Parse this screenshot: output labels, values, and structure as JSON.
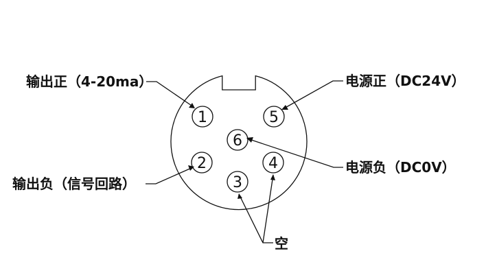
{
  "colors": {
    "ink": "#111111",
    "background": "#ffffff"
  },
  "connector": {
    "pins": [
      {
        "id": "pin-1",
        "number": "1"
      },
      {
        "id": "pin-2",
        "number": "2"
      },
      {
        "id": "pin-3",
        "number": "3"
      },
      {
        "id": "pin-4",
        "number": "4"
      },
      {
        "id": "pin-5",
        "number": "5"
      },
      {
        "id": "pin-6",
        "number": "6"
      }
    ]
  },
  "labels": {
    "output_positive": "输出正（4-20ma）",
    "output_negative": "输出负（信号回路）",
    "power_positive": "电源正（DC24V）",
    "power_negative": "电源负（DC0V）",
    "empty": "空"
  }
}
